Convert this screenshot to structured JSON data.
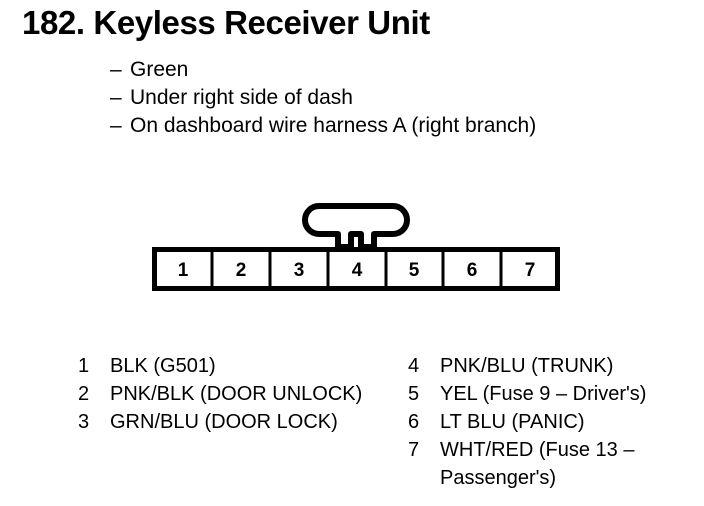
{
  "page": {
    "title": "182. Keyless Receiver Unit",
    "background_color": "#ffffff",
    "ink_color": "#000000"
  },
  "notes": {
    "dash": "–",
    "items": [
      "Green",
      "Under right side of dash",
      "On dashboard wire harness A (right branch)"
    ]
  },
  "connector": {
    "name": "7-pin connector",
    "pin_count": 7,
    "locking_tab": "t-shaped-locking-tab",
    "tab_position_above_pin": 4,
    "pins": [
      "1",
      "2",
      "3",
      "4",
      "5",
      "6",
      "7"
    ]
  },
  "legend": {
    "left_column": [
      {
        "pin": "1",
        "desc": "BLK (G501)"
      },
      {
        "pin": "2",
        "desc": "PNK/BLK (DOOR UNLOCK)"
      },
      {
        "pin": "3",
        "desc": "GRN/BLU (DOOR LOCK)"
      }
    ],
    "right_column": [
      {
        "pin": "4",
        "desc": "PNK/BLU (TRUNK)"
      },
      {
        "pin": "5",
        "desc": "YEL (Fuse 9 – Driver's)"
      },
      {
        "pin": "6",
        "desc": "LT BLU (PANIC)"
      },
      {
        "pin": "7",
        "desc": "WHT/RED (Fuse 13 – Passenger's)"
      }
    ]
  }
}
